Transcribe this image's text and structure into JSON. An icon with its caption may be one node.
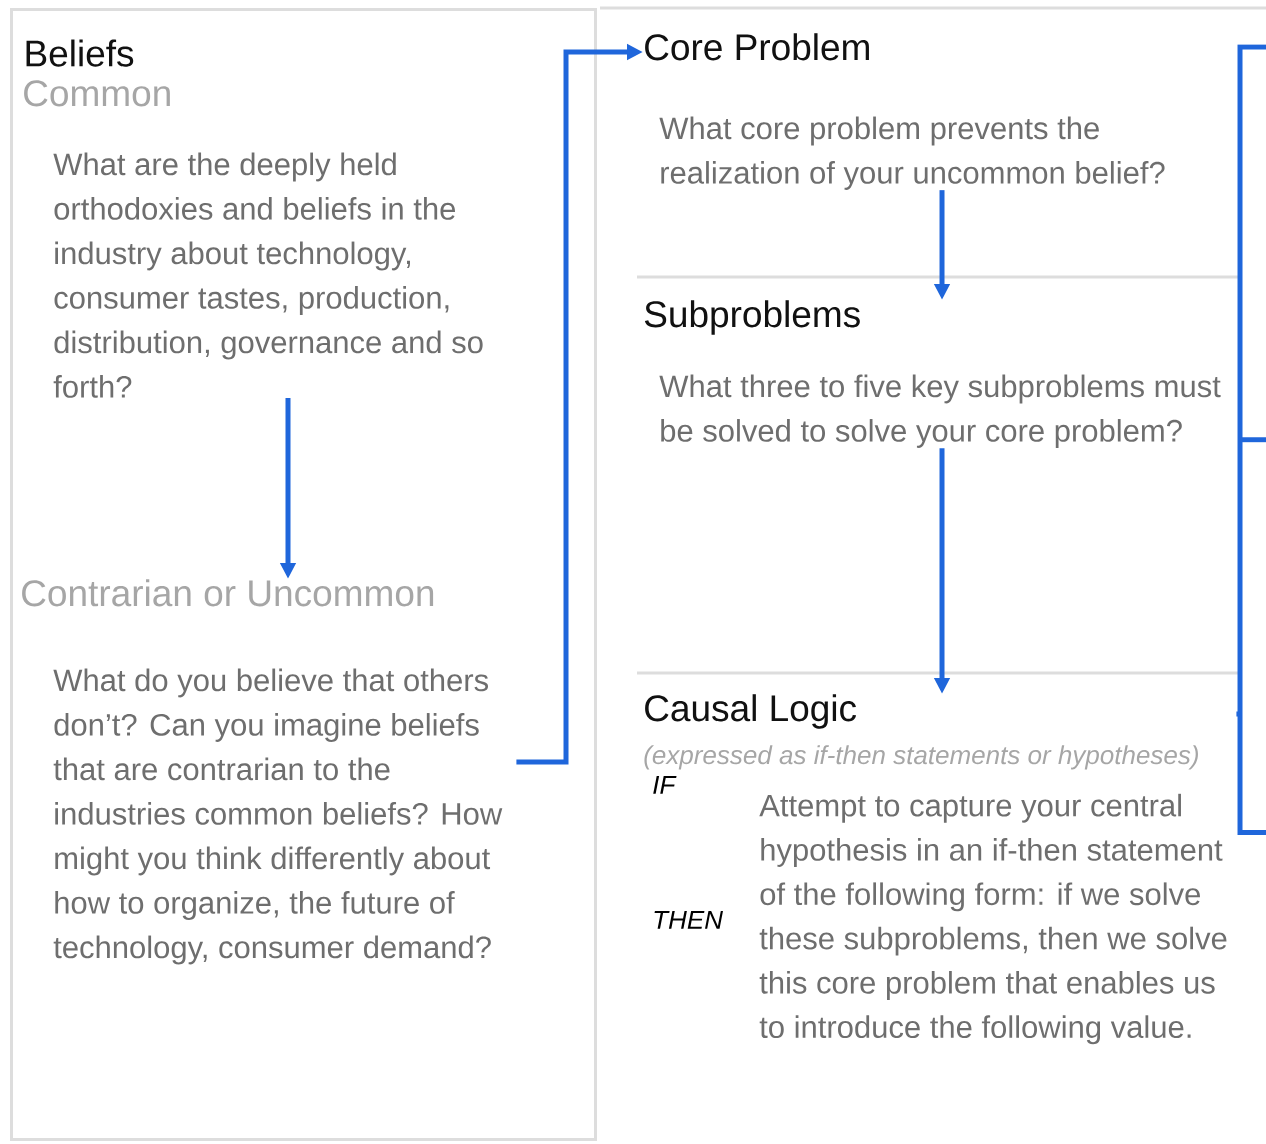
{
  "diagram": {
    "nodes": [
      {
        "text": [
          "Beliefs"
        ]
      },
      {
        "text": [
          "Common",
          "What are the deeply held orthodoxies and beliefs in the industry about technology, consumer tastes, production, distribution, governance and so forth?"
        ],
        "in": 0
      },
      {
        "text": [
          "Contrarian or Uncommon",
          "What do you believe that others don’t? Can you imagine beliefs that are contrarian to the industries common beliefs? How might you think differently about how to organize, the future of technology, consumer demand?"
        ],
        "in": 0
      },
      {
        "text": [
          "Core Problem",
          "What core problem prevents the realization of your uncommon belief?"
        ]
      },
      {
        "text": [
          "Subproblems",
          "What three to five key subproblems must be solved to solve your core problem?"
        ]
      },
      {
        "text": [
          "Causal Logic",
          "(expressed as if-then statements or hypotheses)",
          "IF",
          "THEN",
          "Attempt to capture your central hypothesis in an if-then statement of the following form: if we solve these subproblems, then we solve this core problem that enables us to introduce the following value."
        ]
      },
      {
        "text": [],
        "shape": "bracket"
      }
    ],
    "edges": [
      {
        "from": 1,
        "to": 2,
        "arrow": "to"
      },
      {
        "from": 2,
        "to": 3,
        "arrow": "to"
      },
      {
        "from": 3,
        "to": 4,
        "arrow": "to"
      },
      {
        "from": 4,
        "to": 5,
        "arrow": "to"
      },
      {
        "from": 5,
        "to": 6,
        "arrow": "none"
      }
    ]
  }
}
